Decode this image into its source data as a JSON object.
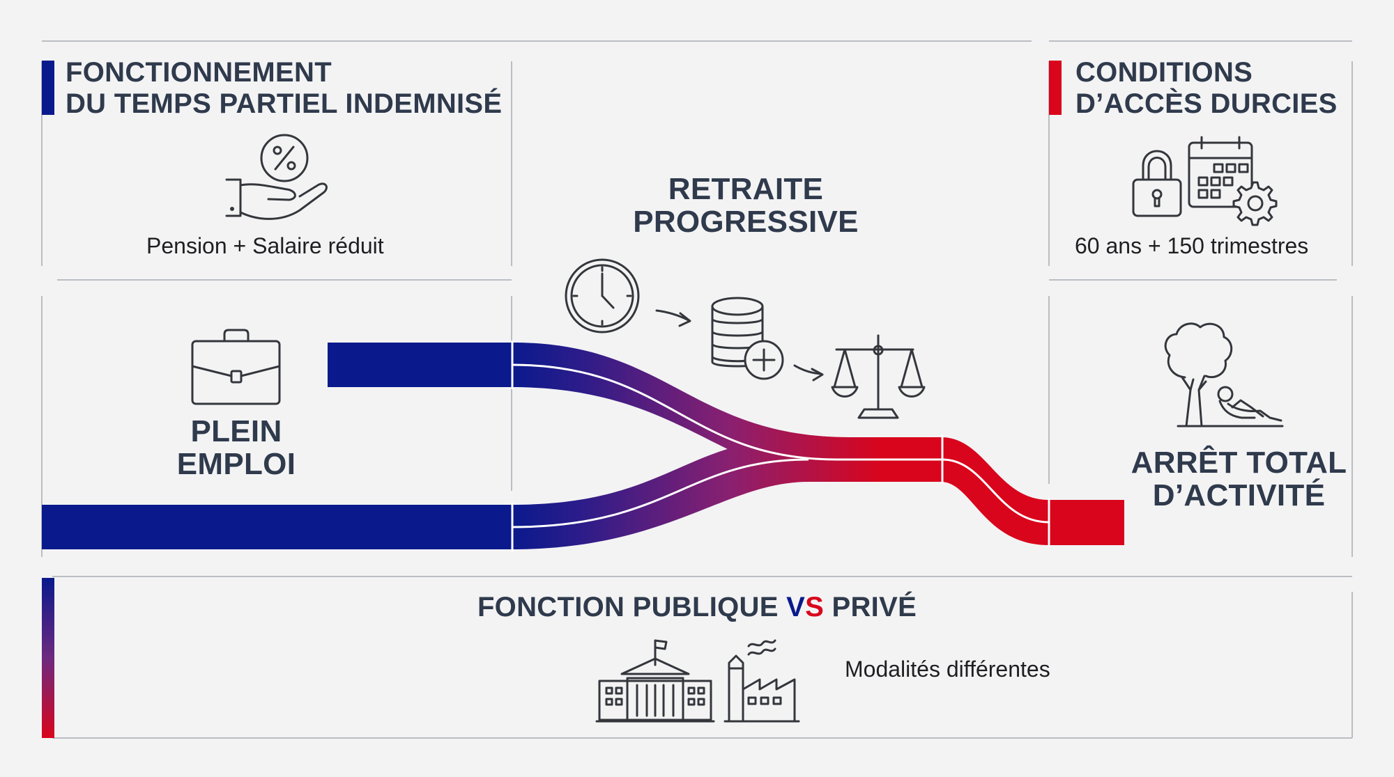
{
  "panels": {
    "top_left": {
      "title_line1": "FONCTIONNEMENT",
      "title_line2": "DU TEMPS PARTIEL INDEMNISÉ",
      "subtitle": "Pension + Salaire réduit"
    },
    "center": {
      "title_line1": "RETRAITE",
      "title_line2": "PROGRESSIVE"
    },
    "top_right": {
      "title_line1": "CONDITIONS",
      "title_line2": "D’ACCÈS DURCIES",
      "subtitle": "60 ans + 150 trimestres"
    },
    "left": {
      "title_line1": "PLEIN",
      "title_line2": "EMPLOI"
    },
    "right": {
      "title_line1": "ARRÊT TOTAL",
      "title_line2": "D’ACTIVITÉ"
    },
    "bottom": {
      "title_part1": "FONCTION PUBLIQUE ",
      "title_v": "V",
      "title_s": "S",
      "title_part3": " PRIVÉ",
      "subtitle": "Modalités différentes"
    }
  },
  "icons": [
    "percent-hand-icon",
    "clock-icon",
    "coins-plus-icon",
    "scales-icon",
    "padlock-icon",
    "calendar-gear-icon",
    "briefcase-icon",
    "tree-rest-icon",
    "government-building-icon",
    "factory-icon"
  ],
  "colors": {
    "blue": "#0a1a8c",
    "red": "#d9051c",
    "purple": "#6d2a7f",
    "text": "#2f3a4c",
    "line": "#a7abb2",
    "background": "#f3f3f4"
  }
}
